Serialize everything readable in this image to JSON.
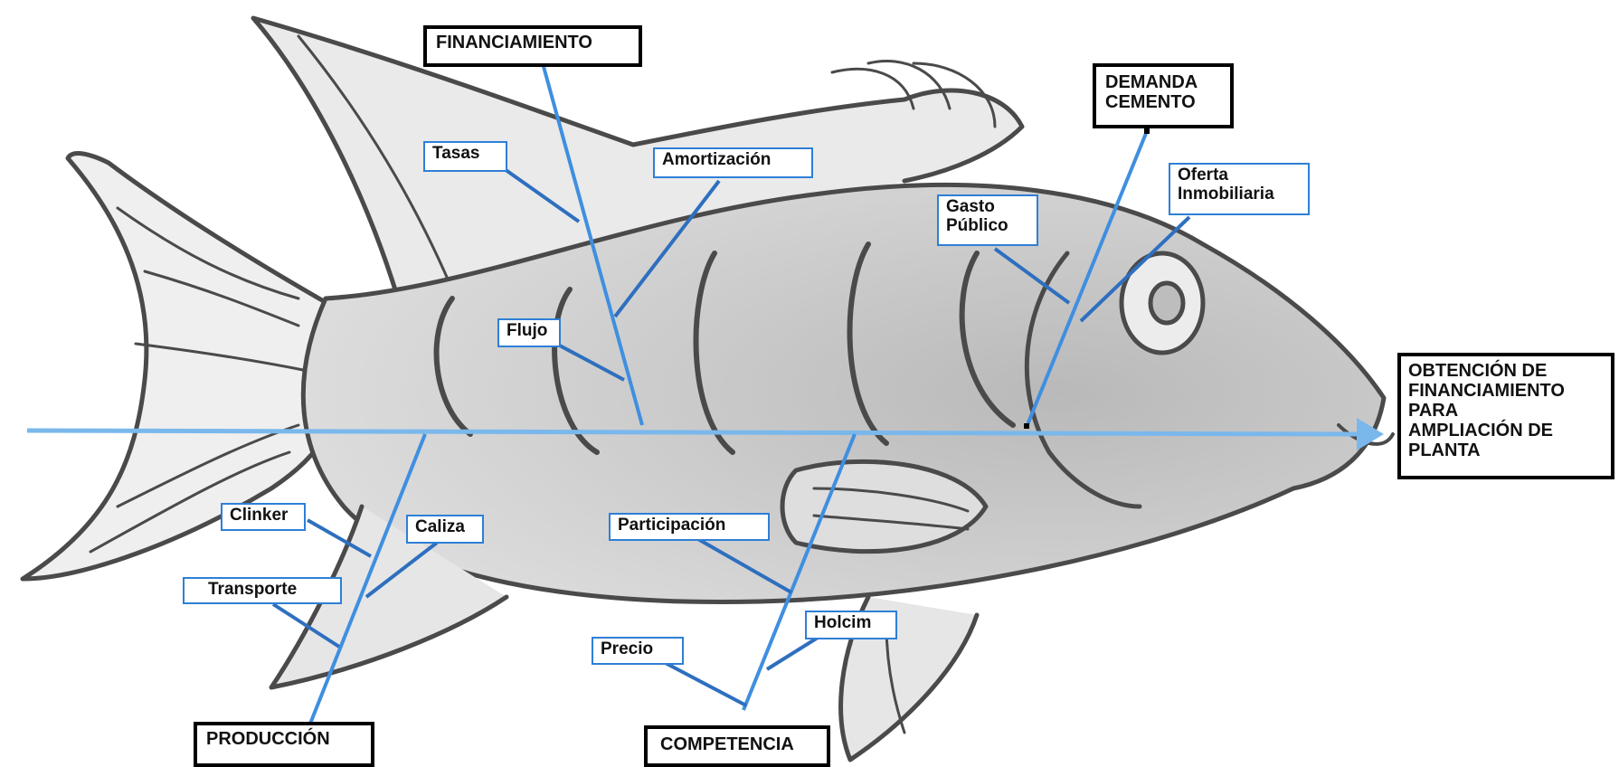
{
  "effect": {
    "text": "OBTENCIÓN DE\nFINANCIAMIENTO\nPARA\nAMPLIACIÓN DE\nPLANTA"
  },
  "categories": {
    "financiamiento": {
      "label": "FINANCIAMIENTO",
      "causes": [
        "Tasas",
        "Amortización",
        "Flujo"
      ]
    },
    "demanda": {
      "label": "DEMANDA\nCEMENTO",
      "causes": [
        "Oferta\nInmobiliaria",
        "Gasto\nPúblico"
      ]
    },
    "produccion": {
      "label": "PRODUCCIÓN",
      "causes": [
        "Clinker",
        "Caliza",
        "Transporte"
      ]
    },
    "competencia": {
      "label": "COMPETENCIA",
      "causes": [
        "Participación",
        "Holcim",
        "Precio"
      ]
    }
  },
  "colors": {
    "spine": "#7ab8ec",
    "bone": "#3f8fe0",
    "sub_border": "#2e7fd6",
    "fish_outline": "#4a4a4a",
    "fish_shade": "#cfcfcf"
  }
}
